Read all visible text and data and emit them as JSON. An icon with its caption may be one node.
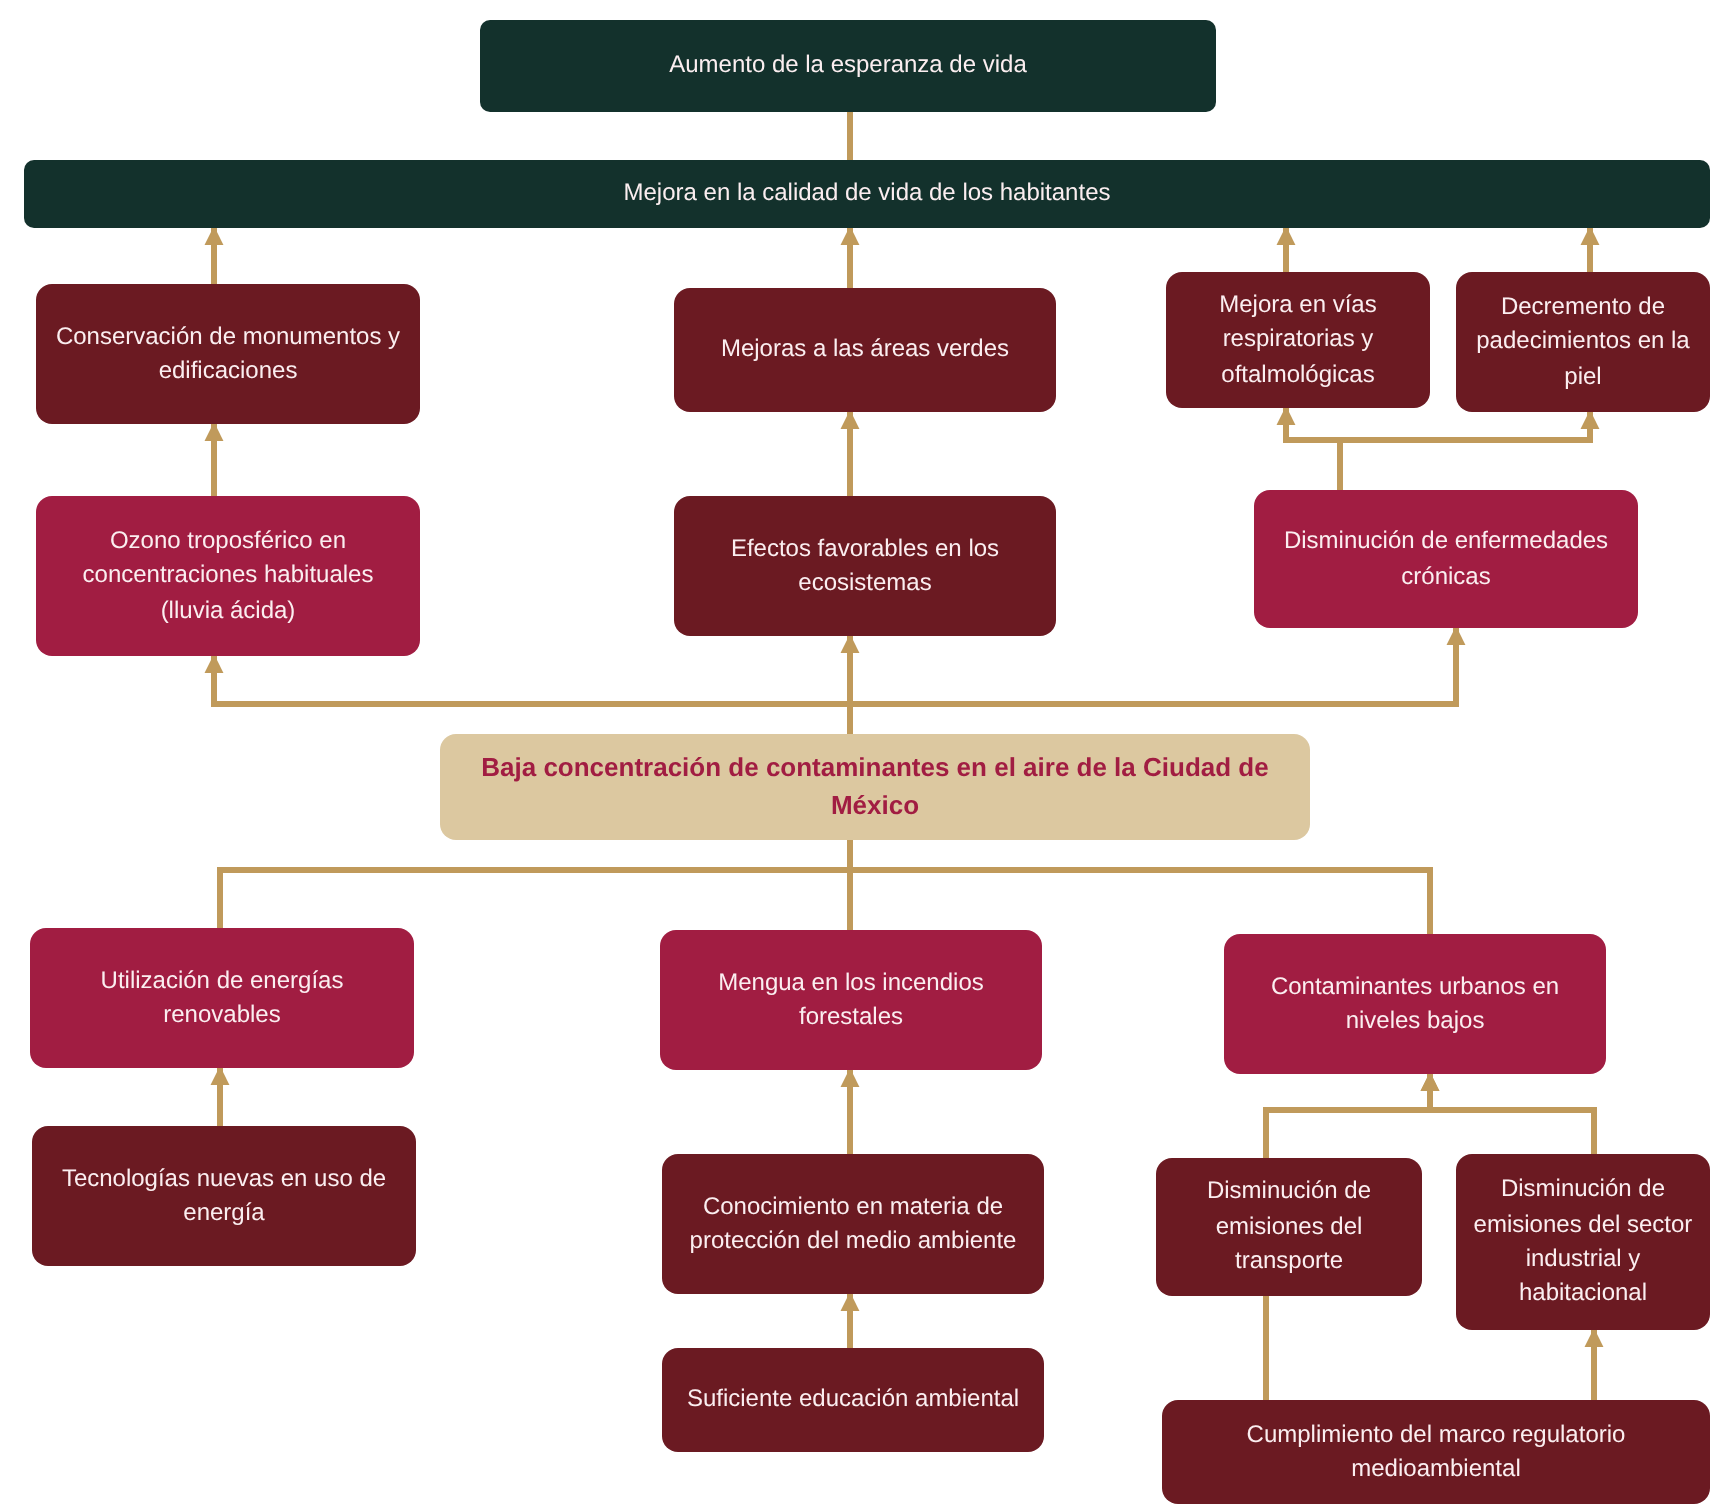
{
  "diagram": {
    "nodes": [
      {
        "text": [
          "Aumento de la esperanza de vida"
        ]
      },
      {
        "text": [
          "Mejora en la calidad de vida de los habitantes"
        ]
      },
      {
        "text": [
          "Conservación de monumentos y edificaciones"
        ]
      },
      {
        "text": [
          "Mejoras a las áreas verdes"
        ]
      },
      {
        "text": [
          "Mejora en vías respiratorias y oftalmológicas"
        ]
      },
      {
        "text": [
          "Decremento de padecimientos en la piel"
        ]
      },
      {
        "text": [
          "Ozono troposférico en concentraciones habituales (lluvia ácida)"
        ]
      },
      {
        "text": [
          "Efectos favorables en los ecosistemas"
        ]
      },
      {
        "text": [
          "Disminución de enfermedades crónicas"
        ]
      },
      {
        "text": [
          "Baja concentración de contaminantes en el aire de la Ciudad de México"
        ]
      },
      {
        "text": [
          "Utilización de energías renovables"
        ]
      },
      {
        "text": [
          "Mengua en los incendios forestales"
        ]
      },
      {
        "text": [
          "Contaminantes urbanos en niveles bajos"
        ]
      },
      {
        "text": [
          "Tecnologías nuevas en uso de energía"
        ]
      },
      {
        "text": [
          "Conocimiento en materia de protección del medio ambiente"
        ]
      },
      {
        "text": [
          "Disminución de emisiones del transporte"
        ]
      },
      {
        "text": [
          "Disminución de emisiones del sector industrial y habitacional"
        ]
      },
      {
        "text": [
          "Suficiente educación ambiental"
        ]
      },
      {
        "text": [
          "Cumplimiento del marco regulatorio medioambiental"
        ]
      }
    ],
    "edges": [
      {
        "from": 1,
        "to": 0,
        "arrow": "none"
      },
      {
        "from": 2,
        "to": 1,
        "arrow": "to"
      },
      {
        "from": 3,
        "to": 1,
        "arrow": "to"
      },
      {
        "from": 4,
        "to": 1,
        "arrow": "to"
      },
      {
        "from": 5,
        "to": 1,
        "arrow": "to"
      },
      {
        "from": 6,
        "to": 2,
        "arrow": "to"
      },
      {
        "from": 7,
        "to": 3,
        "arrow": "to"
      },
      {
        "from": 8,
        "to": 4,
        "arrow": "to"
      },
      {
        "from": 8,
        "to": 5,
        "arrow": "to"
      },
      {
        "from": 9,
        "to": 6,
        "arrow": "to"
      },
      {
        "from": 9,
        "to": 7,
        "arrow": "to"
      },
      {
        "from": 9,
        "to": 8,
        "arrow": "to"
      },
      {
        "from": 10,
        "to": 9,
        "arrow": "none"
      },
      {
        "from": 11,
        "to": 9,
        "arrow": "none"
      },
      {
        "from": 12,
        "to": 9,
        "arrow": "none"
      },
      {
        "from": 13,
        "to": 10,
        "arrow": "to"
      },
      {
        "from": 14,
        "to": 11,
        "arrow": "to"
      },
      {
        "from": 17,
        "to": 14,
        "arrow": "to"
      },
      {
        "from": 15,
        "to": 12,
        "arrow": "to"
      },
      {
        "from": 16,
        "to": 12,
        "arrow": "to"
      },
      {
        "from": 18,
        "to": 15,
        "arrow": "none"
      },
      {
        "from": 18,
        "to": 16,
        "arrow": "to"
      }
    ]
  }
}
